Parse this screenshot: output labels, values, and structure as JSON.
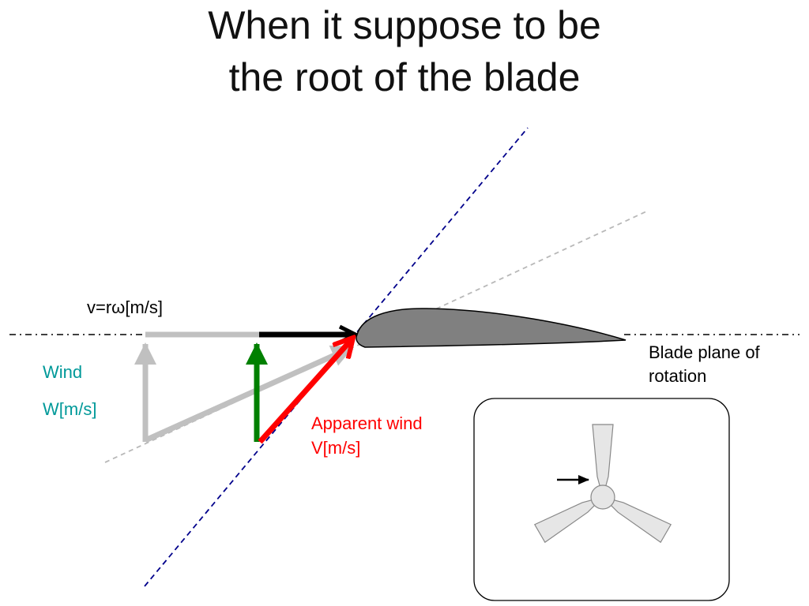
{
  "title": {
    "line1": "When it suppose to be",
    "line2": "the root of the blade"
  },
  "labels": {
    "blade_speed": "v=rω[m/s]",
    "wind_label": "Wind",
    "wind_units": "W[m/s]",
    "apparent_wind_label": "Apparent wind",
    "apparent_wind_units": "V[m/s]",
    "plane_line1": "Blade plane of",
    "plane_line2": "rotation"
  },
  "colors": {
    "blade_speed_arrow": "#000000",
    "wind_arrow": "#008000",
    "apparent_wind_arrow": "#ff0000",
    "construction_arrows": "#c0c0c0",
    "chord_line": "#00008b",
    "airfoil_fill": "#808080",
    "wind_text": "#009999",
    "apparent_wind_text": "#ff0000"
  },
  "inset": {
    "icon": "wind-turbine-icon",
    "pointer": "arrow-right-icon"
  }
}
